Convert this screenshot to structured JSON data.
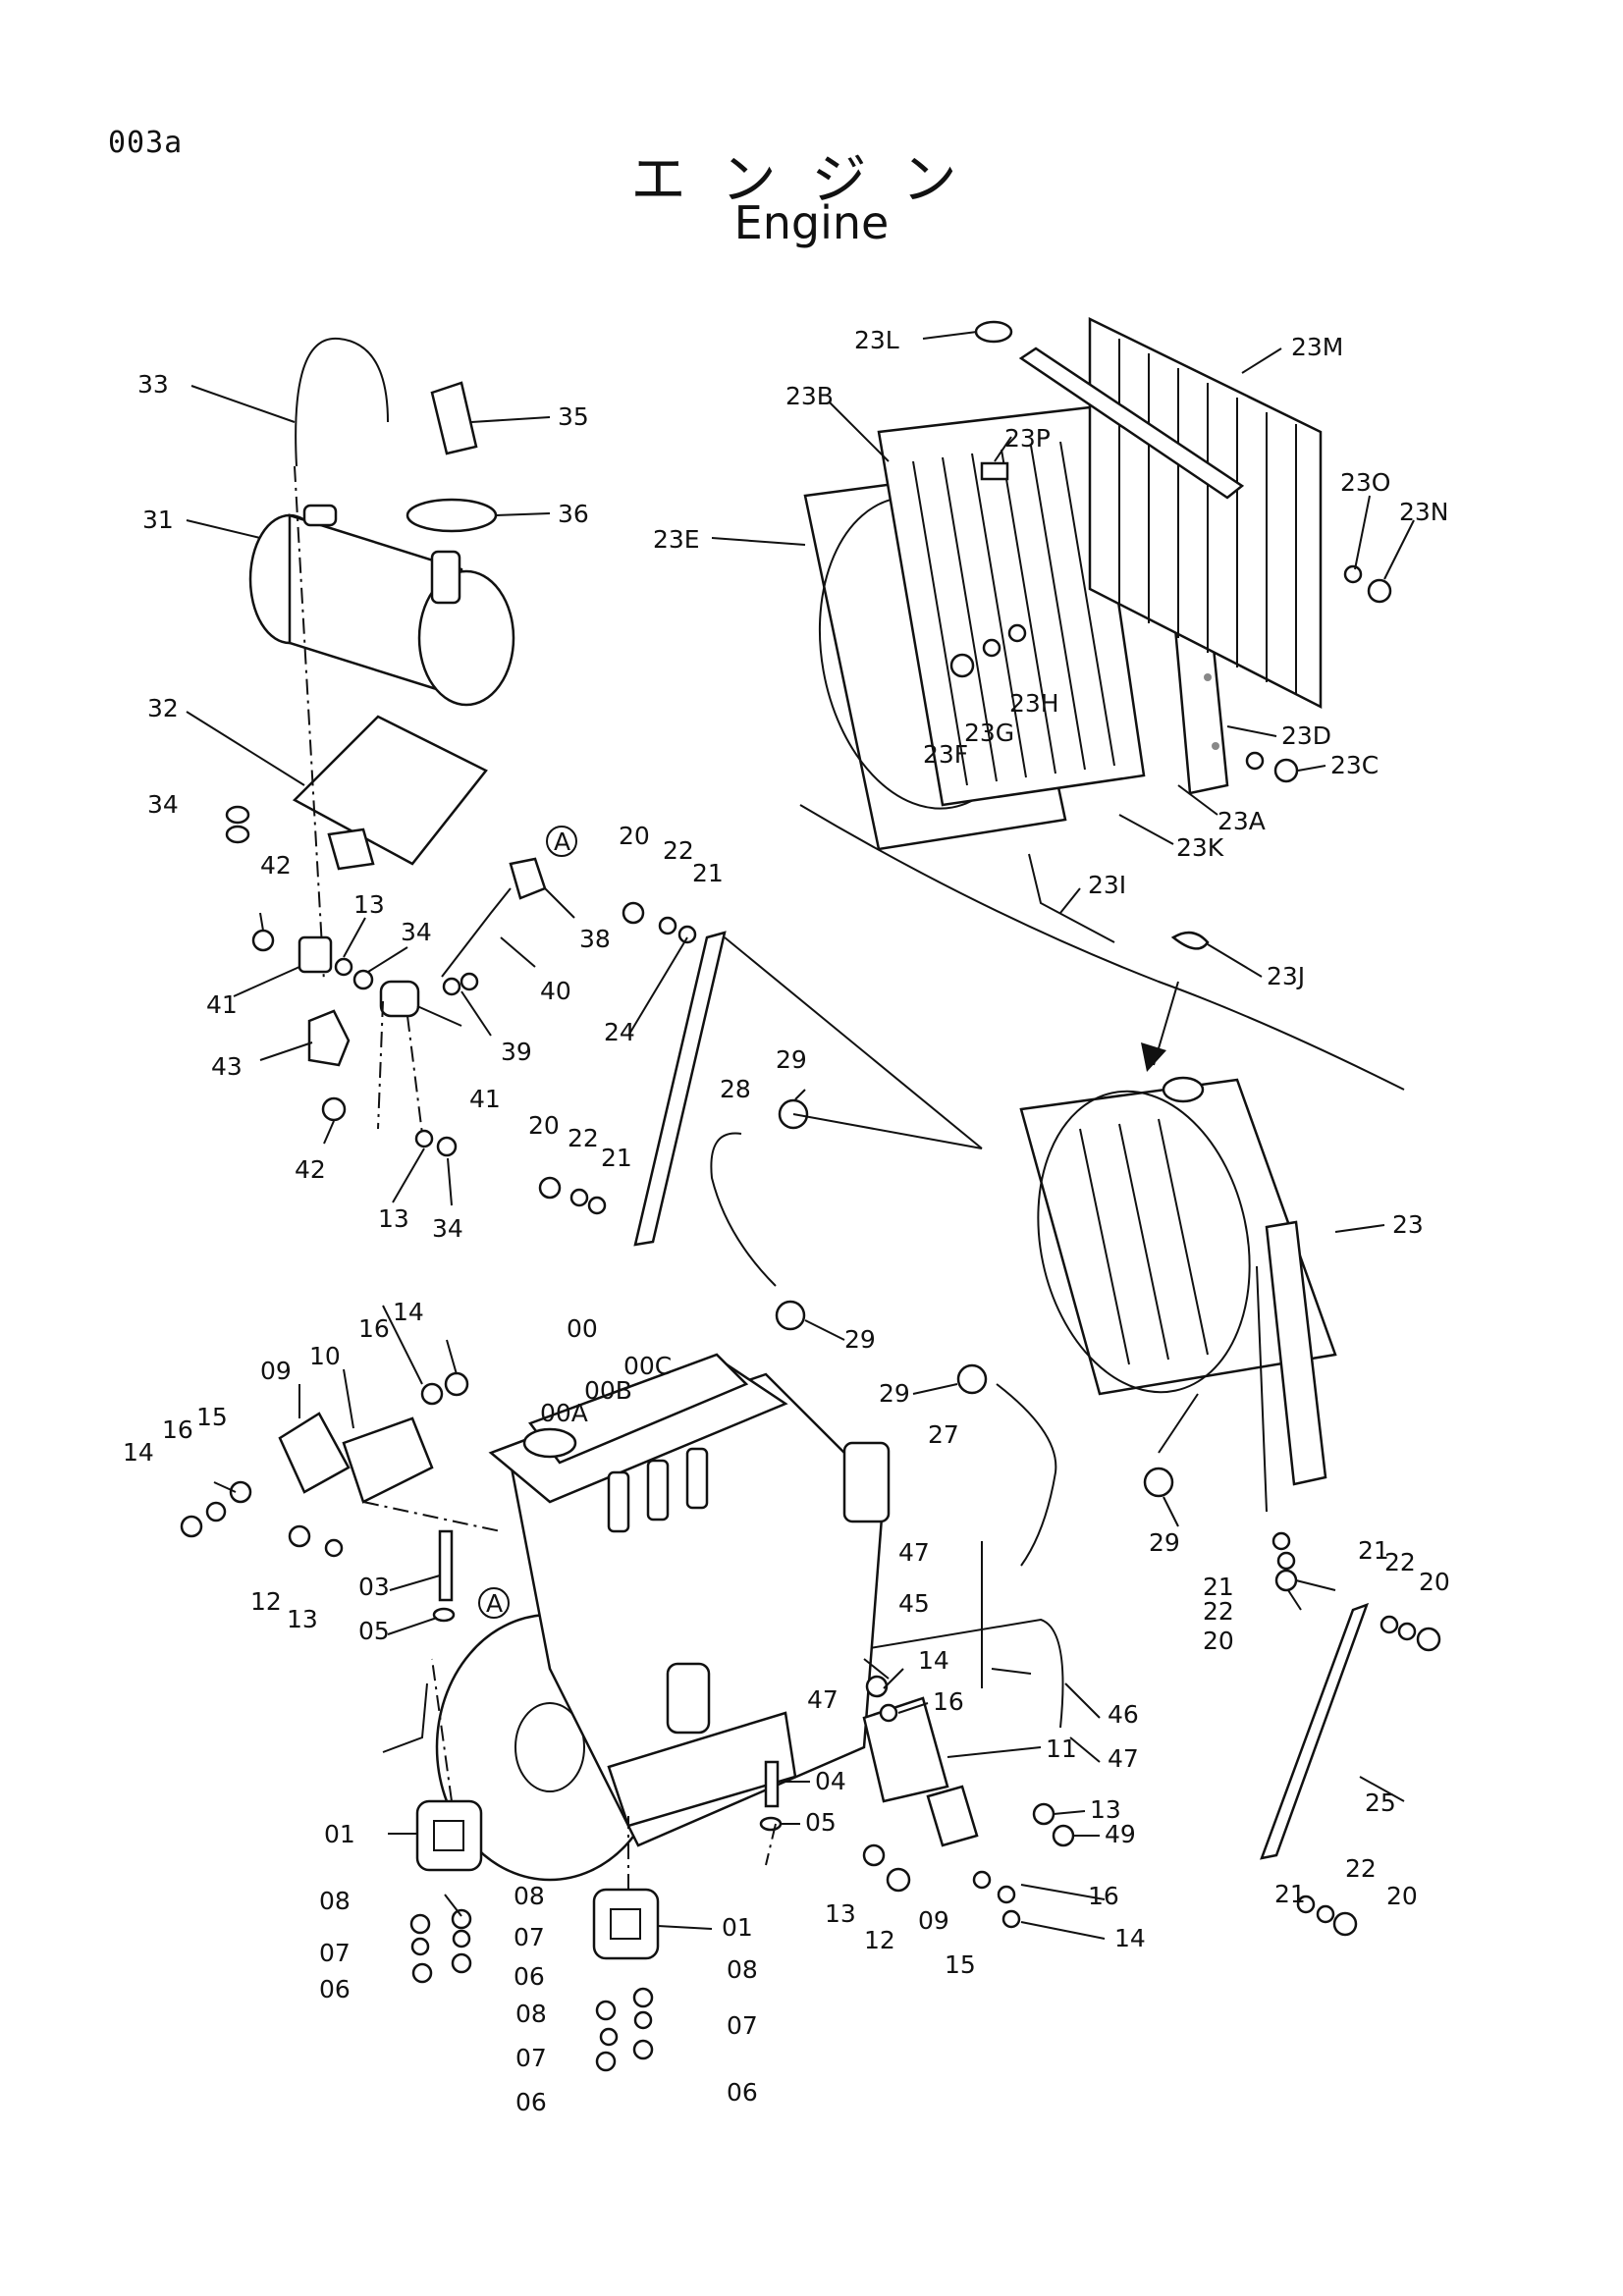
{
  "page_code": "003a",
  "title_jp": "エンジン",
  "title_en": "Engine",
  "callouts": [
    {
      "id": "c-23L",
      "label": "23L"
    },
    {
      "id": "c-23M",
      "label": "23M"
    },
    {
      "id": "c-23B",
      "label": "23B"
    },
    {
      "id": "c-23P",
      "label": "23P"
    },
    {
      "id": "c-23O",
      "label": "23O"
    },
    {
      "id": "c-23N",
      "label": "23N"
    },
    {
      "id": "c-23E",
      "label": "23E"
    },
    {
      "id": "c-23H",
      "label": "23H"
    },
    {
      "id": "c-23G",
      "label": "23G"
    },
    {
      "id": "c-23F",
      "label": "23F"
    },
    {
      "id": "c-23D",
      "label": "23D"
    },
    {
      "id": "c-23C",
      "label": "23C"
    },
    {
      "id": "c-23A",
      "label": "23A"
    },
    {
      "id": "c-23K",
      "label": "23K"
    },
    {
      "id": "c-23I",
      "label": "23I"
    },
    {
      "id": "c-23J",
      "label": "23J"
    },
    {
      "id": "c-23",
      "label": "23"
    },
    {
      "id": "c-33",
      "label": "33"
    },
    {
      "id": "c-35",
      "label": "35"
    },
    {
      "id": "c-31",
      "label": "31"
    },
    {
      "id": "c-36",
      "label": "36"
    },
    {
      "id": "c-32",
      "label": "32"
    },
    {
      "id": "c-34a",
      "label": "34"
    },
    {
      "id": "c-42a",
      "label": "42"
    },
    {
      "id": "c-13a",
      "label": "13"
    },
    {
      "id": "c-34b",
      "label": "34"
    },
    {
      "id": "c-41a",
      "label": "41"
    },
    {
      "id": "c-43",
      "label": "43"
    },
    {
      "id": "c-40",
      "label": "40"
    },
    {
      "id": "c-38",
      "label": "38"
    },
    {
      "id": "c-A1",
      "label": "A"
    },
    {
      "id": "c-39",
      "label": "39"
    },
    {
      "id": "c-41b",
      "label": "41"
    },
    {
      "id": "c-42b",
      "label": "42"
    },
    {
      "id": "c-13b",
      "label": "13"
    },
    {
      "id": "c-34c",
      "label": "34"
    },
    {
      "id": "c-20a",
      "label": "20"
    },
    {
      "id": "c-22a",
      "label": "22"
    },
    {
      "id": "c-21a",
      "label": "21"
    },
    {
      "id": "c-24",
      "label": "24"
    },
    {
      "id": "c-20b",
      "label": "20"
    },
    {
      "id": "c-22b",
      "label": "22"
    },
    {
      "id": "c-21b",
      "label": "21"
    },
    {
      "id": "c-29a",
      "label": "29"
    },
    {
      "id": "c-28",
      "label": "28"
    },
    {
      "id": "c-29b",
      "label": "29"
    },
    {
      "id": "c-29c",
      "label": "29"
    },
    {
      "id": "c-27",
      "label": "27"
    },
    {
      "id": "c-29d",
      "label": "29"
    },
    {
      "id": "c-00",
      "label": "00"
    },
    {
      "id": "c-00C",
      "label": "00C"
    },
    {
      "id": "c-00B",
      "label": "00B"
    },
    {
      "id": "c-00A",
      "label": "00A"
    },
    {
      "id": "c-14a",
      "label": "14"
    },
    {
      "id": "c-16a",
      "label": "16"
    },
    {
      "id": "c-10",
      "label": "10"
    },
    {
      "id": "c-09a",
      "label": "09"
    },
    {
      "id": "c-14b",
      "label": "14"
    },
    {
      "id": "c-16b",
      "label": "16"
    },
    {
      "id": "c-15a",
      "label": "15"
    },
    {
      "id": "c-12a",
      "label": "12"
    },
    {
      "id": "c-13c",
      "label": "13"
    },
    {
      "id": "c-03",
      "label": "03"
    },
    {
      "id": "c-A2",
      "label": "A"
    },
    {
      "id": "c-05a",
      "label": "05"
    },
    {
      "id": "c-47a",
      "label": "47"
    },
    {
      "id": "c-45",
      "label": "45"
    },
    {
      "id": "c-47b",
      "label": "47"
    },
    {
      "id": "c-14c",
      "label": "14"
    },
    {
      "id": "c-16c",
      "label": "16"
    },
    {
      "id": "c-46",
      "label": "46"
    },
    {
      "id": "c-47c",
      "label": "47"
    },
    {
      "id": "c-11",
      "label": "11"
    },
    {
      "id": "c-04",
      "label": "04"
    },
    {
      "id": "c-05b",
      "label": "05"
    },
    {
      "id": "c-13d",
      "label": "13"
    },
    {
      "id": "c-49",
      "label": "49"
    },
    {
      "id": "c-01a",
      "label": "01"
    },
    {
      "id": "c-08a",
      "label": "08"
    },
    {
      "id": "c-08b",
      "label": "08"
    },
    {
      "id": "c-07a",
      "label": "07"
    },
    {
      "id": "c-07b",
      "label": "07"
    },
    {
      "id": "c-06a",
      "label": "06"
    },
    {
      "id": "c-06b",
      "label": "06"
    },
    {
      "id": "c-01b",
      "label": "01"
    },
    {
      "id": "c-08c",
      "label": "08"
    },
    {
      "id": "c-08d",
      "label": "08"
    },
    {
      "id": "c-07c",
      "label": "07"
    },
    {
      "id": "c-07d",
      "label": "07"
    },
    {
      "id": "c-06c",
      "label": "06"
    },
    {
      "id": "c-06d",
      "label": "06"
    },
    {
      "id": "c-13e",
      "label": "13"
    },
    {
      "id": "c-12b",
      "label": "12"
    },
    {
      "id": "c-09b",
      "label": "09"
    },
    {
      "id": "c-15b",
      "label": "15"
    },
    {
      "id": "c-16d",
      "label": "16"
    },
    {
      "id": "c-14d",
      "label": "14"
    },
    {
      "id": "c-21c",
      "label": "21"
    },
    {
      "id": "c-22c",
      "label": "22"
    },
    {
      "id": "c-20c",
      "label": "20"
    },
    {
      "id": "c-21d",
      "label": "21"
    },
    {
      "id": "c-22d",
      "label": "22"
    },
    {
      "id": "c-20d",
      "label": "20"
    },
    {
      "id": "c-25",
      "label": "25"
    },
    {
      "id": "c-21e",
      "label": "21"
    },
    {
      "id": "c-22e",
      "label": "22"
    },
    {
      "id": "c-20e",
      "label": "20"
    }
  ]
}
